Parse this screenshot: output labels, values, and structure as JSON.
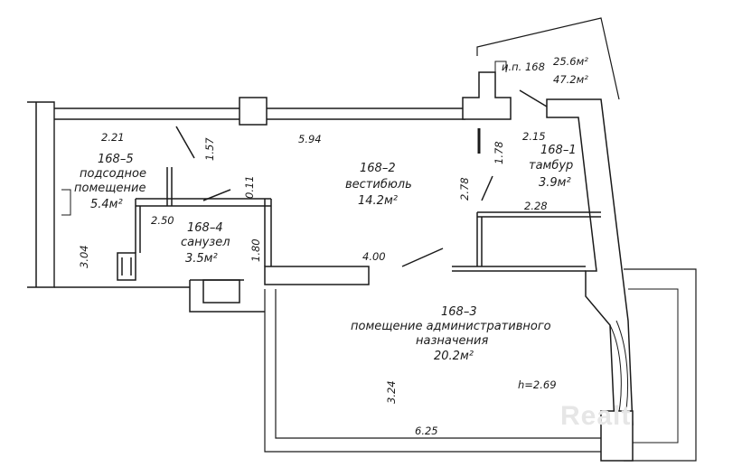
{
  "rooms": {
    "r1": {
      "id": "168–1",
      "name": "тамбур",
      "area": "3.9м²"
    },
    "r2": {
      "id": "168–2",
      "name": "вестибюль",
      "area": "14.2м²"
    },
    "r3": {
      "id": "168–3",
      "name_line1": "помещение административного",
      "name_line2": "назначения",
      "area": "20.2м²"
    },
    "r4": {
      "id": "168–4",
      "name": "санузел",
      "area": "3.5м²"
    },
    "r5": {
      "id": "168–5",
      "name_line1": "подсодное",
      "name_line2": "помещение",
      "area": "5.4м²"
    }
  },
  "header": {
    "label": "и.п. 168",
    "area1": "25.6м²",
    "area2": "47.2м²"
  },
  "dimensions": {
    "d221": "2.21",
    "d157": "1.57",
    "d594": "5.94",
    "d215": "2.15",
    "d178": "1.78",
    "d278": "2.78",
    "d228": "2.28",
    "d011": "0.11",
    "d250": "2.50",
    "d180": "1.80",
    "d304": "3.04",
    "d400": "4.00",
    "d324": "3.24",
    "d625": "6.25",
    "height": "h=2.69"
  },
  "watermark": "Realt"
}
